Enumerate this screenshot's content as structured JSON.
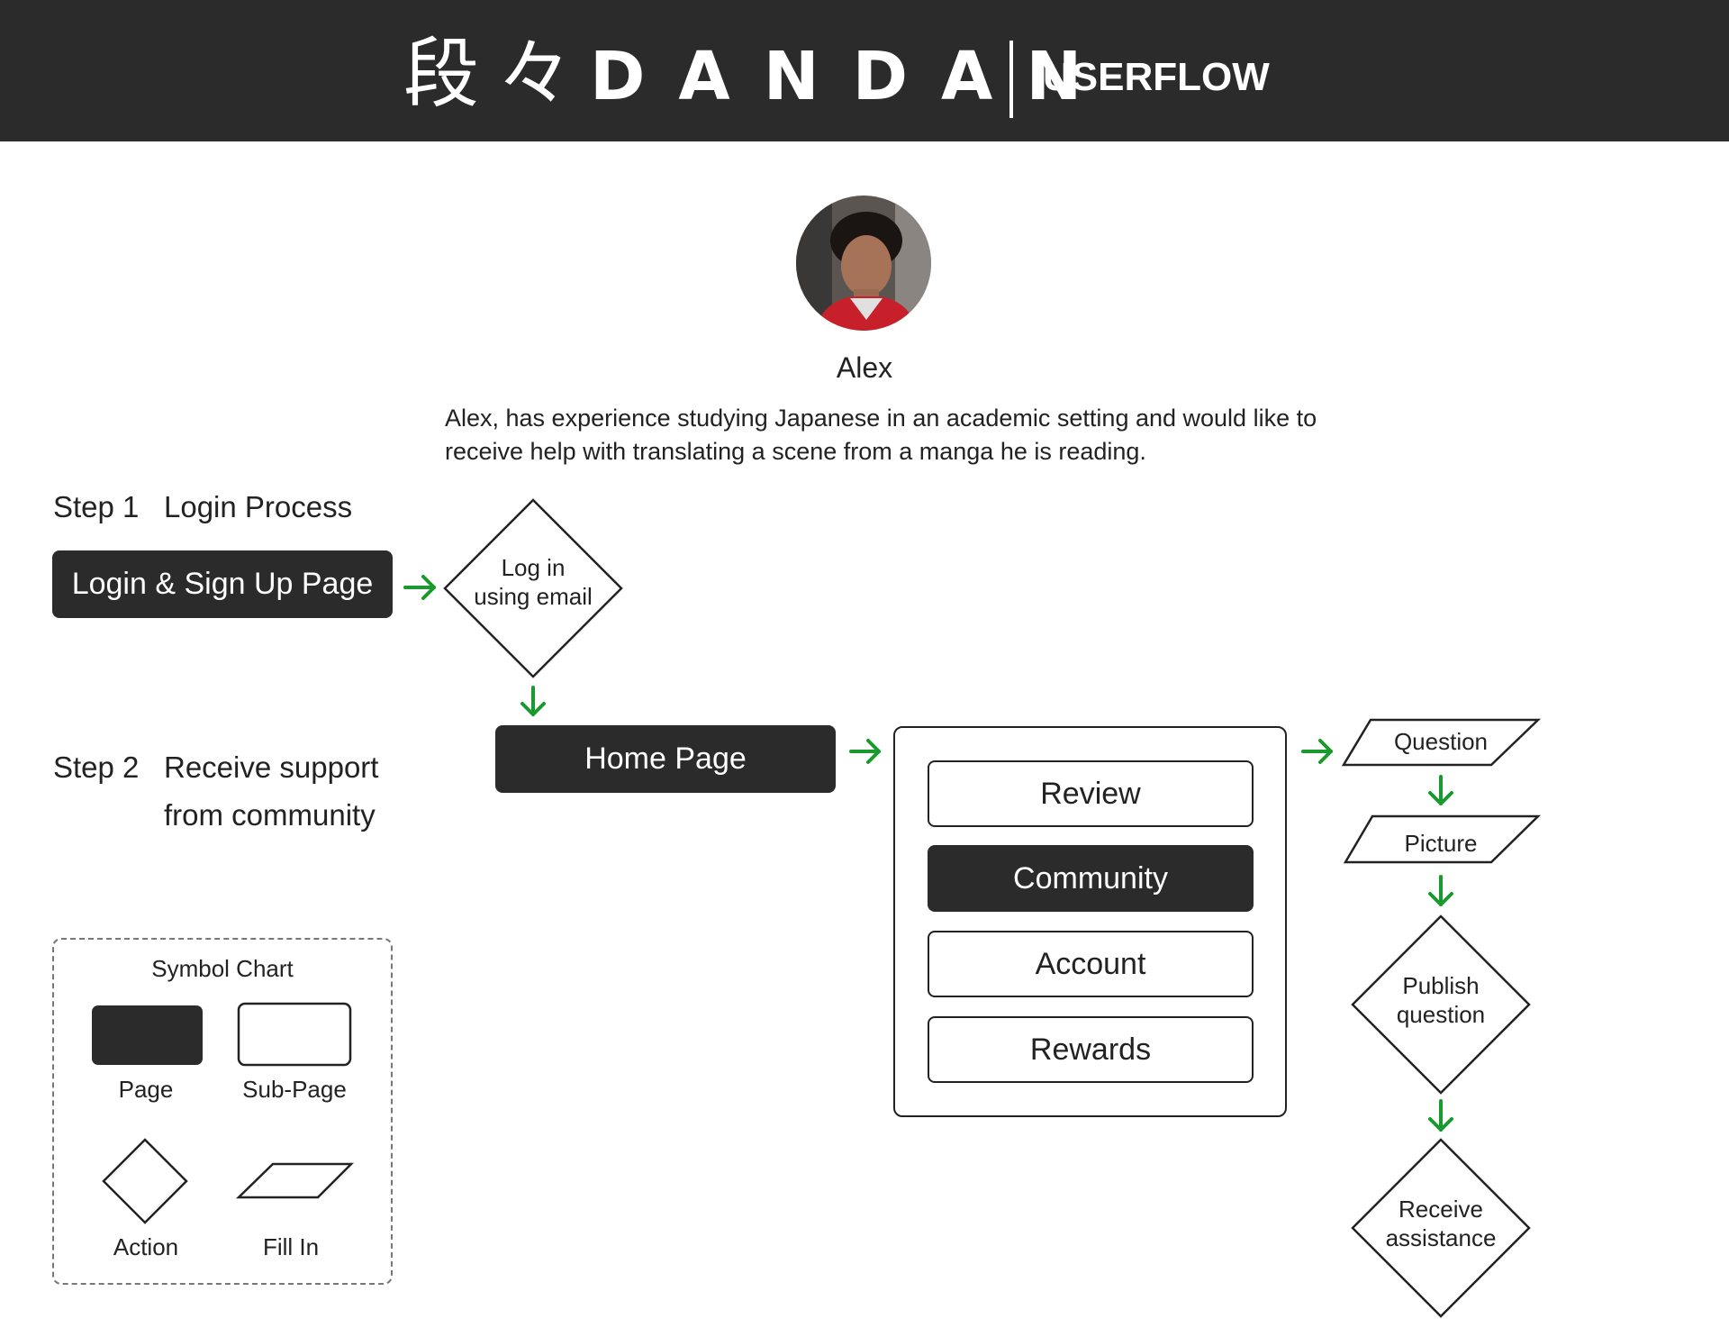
{
  "header": {
    "kanji": "段々",
    "wordmark": "DANDAN",
    "section": "USERFLOW"
  },
  "persona": {
    "name": "Alex",
    "description": "Alex, has experience studying Japanese in an academic setting and would like to receive help with translating a scene from a manga he is reading."
  },
  "steps": [
    {
      "number": "Step 1",
      "title": "Login Process"
    },
    {
      "number": "Step 2",
      "title_line1": "Receive support",
      "title_line2": "from community"
    }
  ],
  "flow": {
    "login_page": "Login & Sign Up Page",
    "login_action_line1": "Log in",
    "login_action_line2": "using email",
    "home_page": "Home Page",
    "sub_pages": [
      "Review",
      "Community",
      "Account",
      "Rewards"
    ],
    "active_sub_page": "Community",
    "fill_in": [
      "Question",
      "Picture"
    ],
    "publish_line1": "Publish",
    "publish_line2": "question",
    "receive_line1": "Receive",
    "receive_line2": "assistance"
  },
  "legend": {
    "title": "Symbol Chart",
    "items": [
      "Page",
      "Sub-Page",
      "Action",
      "Fill In"
    ]
  },
  "colors": {
    "header_bg": "#2b2b2b",
    "page_fill": "#2b2b2b",
    "arrow": "#1a9a2e",
    "outline": "#222222"
  }
}
